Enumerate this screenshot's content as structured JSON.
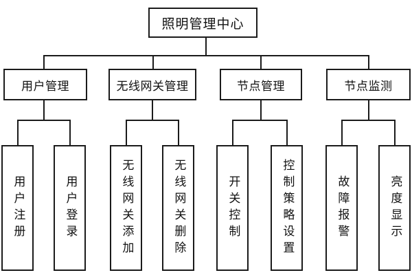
{
  "diagram": {
    "type": "org-chart",
    "title": "照明管理中心",
    "root": {
      "label": "照明管理中心"
    },
    "level2": [
      {
        "label": "用户管理"
      },
      {
        "label": "无线网关管理"
      },
      {
        "label": "节点管理"
      },
      {
        "label": "节点监测"
      }
    ],
    "leaves": [
      {
        "label": "用户注册",
        "parent": "用户管理"
      },
      {
        "label": "用户登录",
        "parent": "用户管理"
      },
      {
        "label": "无线网关添加",
        "parent": "无线网关管理"
      },
      {
        "label": "无线网关删除",
        "parent": "无线网关管理"
      },
      {
        "label": "开关控制",
        "parent": "节点管理"
      },
      {
        "label": "控制策略设置",
        "parent": "节点管理"
      },
      {
        "label": "故障报警",
        "parent": "节点监测"
      },
      {
        "label": "亮度显示",
        "parent": "节点监测"
      }
    ],
    "colors": {
      "line": "#1a1a1a",
      "box_fill": "#ffffff",
      "text": "#111111",
      "background": "#ffffff"
    }
  }
}
